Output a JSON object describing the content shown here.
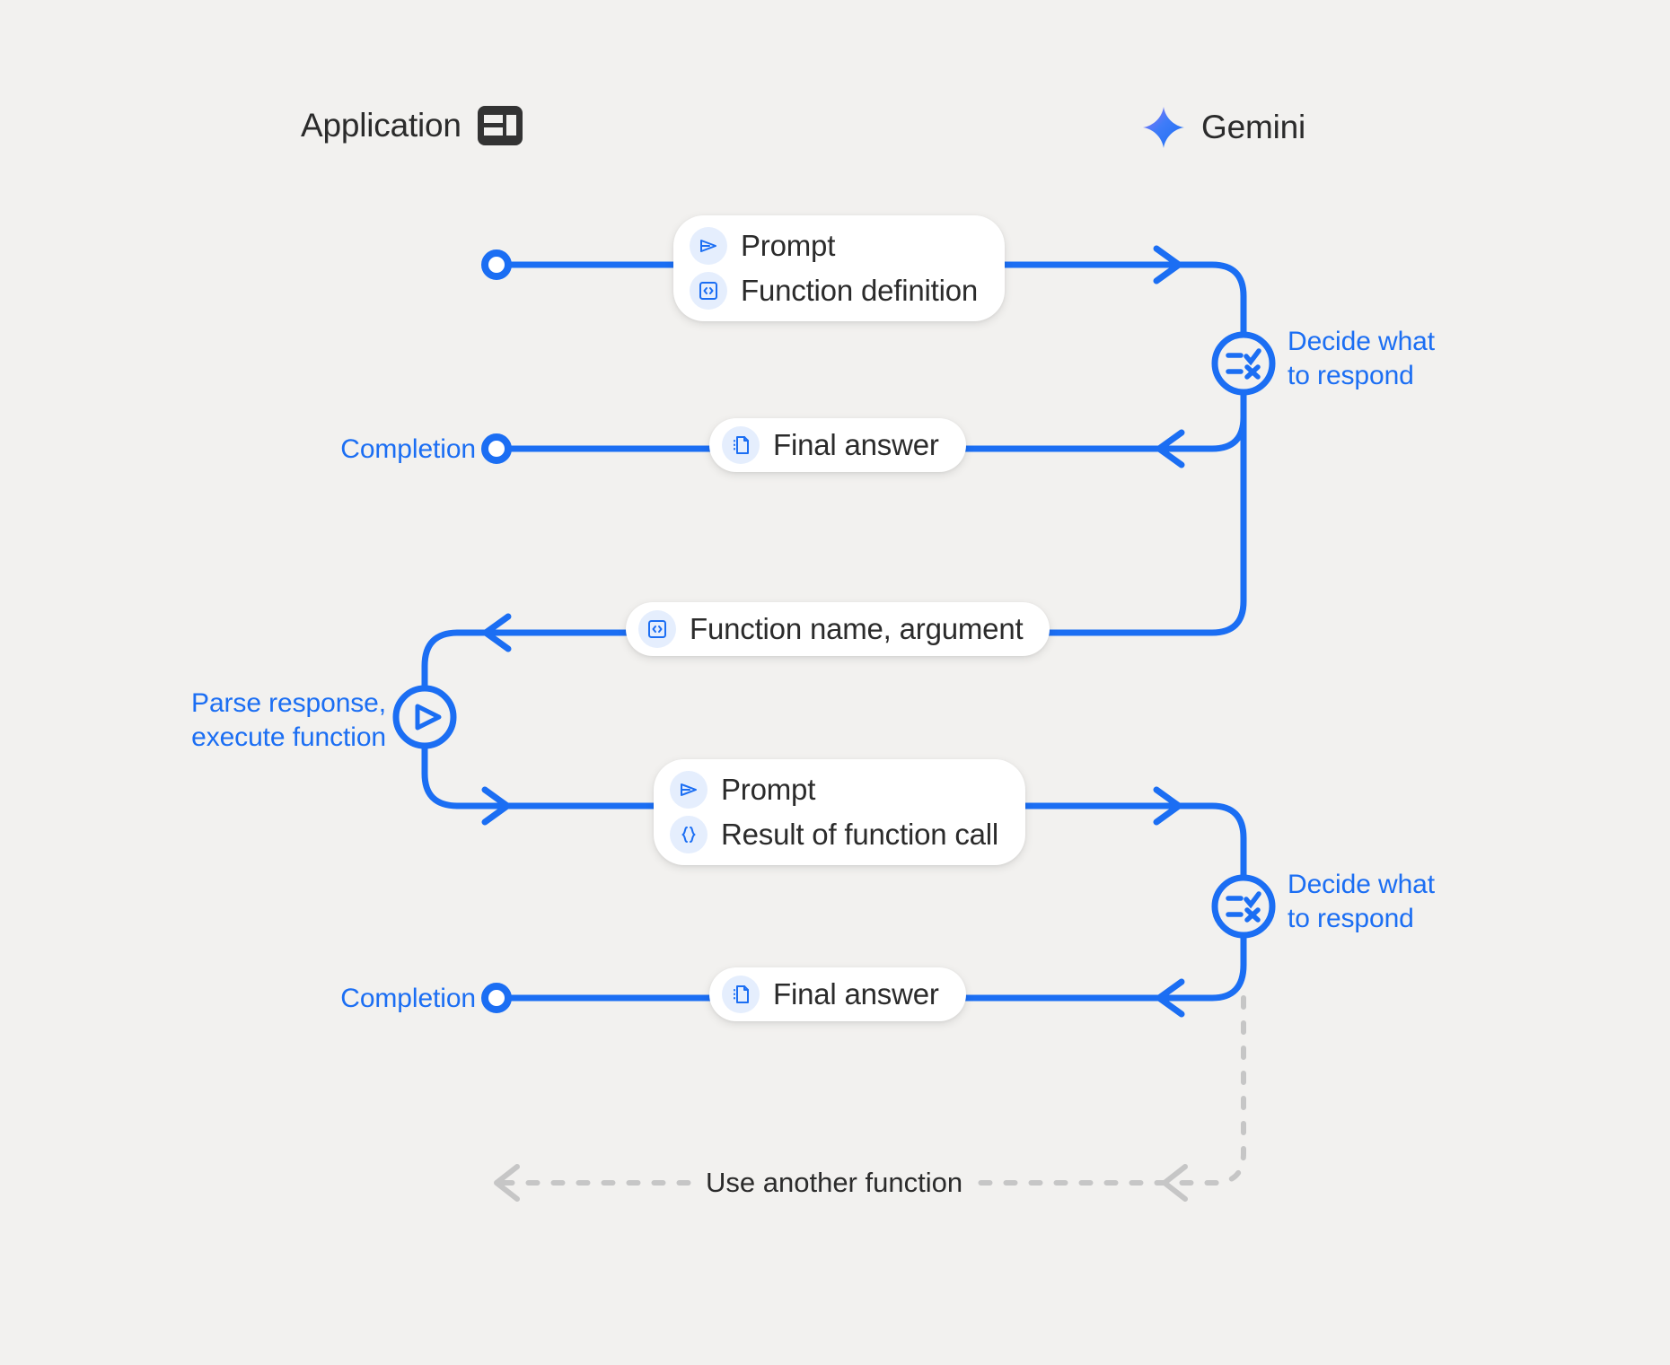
{
  "diagram": {
    "title": "Gemini function calling sequence",
    "background": "#F2F1EF",
    "accent_blue": "#1B6EF3",
    "chip_blue": "#E5EEFD",
    "dark": "#2B2B2B",
    "gray": "#C6C6C6"
  },
  "actors": {
    "left": {
      "label": "Application",
      "icon": "app-layout-icon"
    },
    "right": {
      "label": "Gemini",
      "icon": "gemini-sparkle-icon"
    }
  },
  "messages": [
    {
      "id": "prompt-function-definition",
      "rows": [
        {
          "icon": "send-icon",
          "text": "Prompt"
        },
        {
          "icon": "code-brackets-icon",
          "text": "Function definition"
        }
      ]
    },
    {
      "id": "final-answer-1",
      "rows": [
        {
          "icon": "document-icon",
          "text": "Final answer"
        }
      ]
    },
    {
      "id": "function-name-argument",
      "rows": [
        {
          "icon": "code-brackets-icon",
          "text": "Function name,  argument"
        }
      ]
    },
    {
      "id": "prompt-result-of-function-call",
      "rows": [
        {
          "icon": "send-icon",
          "text": "Prompt"
        },
        {
          "icon": "curly-braces-icon",
          "text": "Result of function call"
        }
      ]
    },
    {
      "id": "final-answer-2",
      "rows": [
        {
          "icon": "document-icon",
          "text": "Final answer"
        }
      ]
    }
  ],
  "annotations": {
    "decide_1": "Decide what\nto respond",
    "decide_2": "Decide what\nto respond",
    "parse_execute": "Parse response,\nexecute function",
    "completion_1": "Completion",
    "completion_2": "Completion",
    "loop": "Use another function"
  },
  "nodes": [
    {
      "id": "decide-node-1",
      "icon": "checklist-decide-icon",
      "label": "Decide what to respond"
    },
    {
      "id": "parse-execute-node",
      "icon": "play-icon",
      "label": "Parse response, execute function"
    },
    {
      "id": "decide-node-2",
      "icon": "checklist-decide-icon",
      "label": "Decide what to respond"
    }
  ]
}
